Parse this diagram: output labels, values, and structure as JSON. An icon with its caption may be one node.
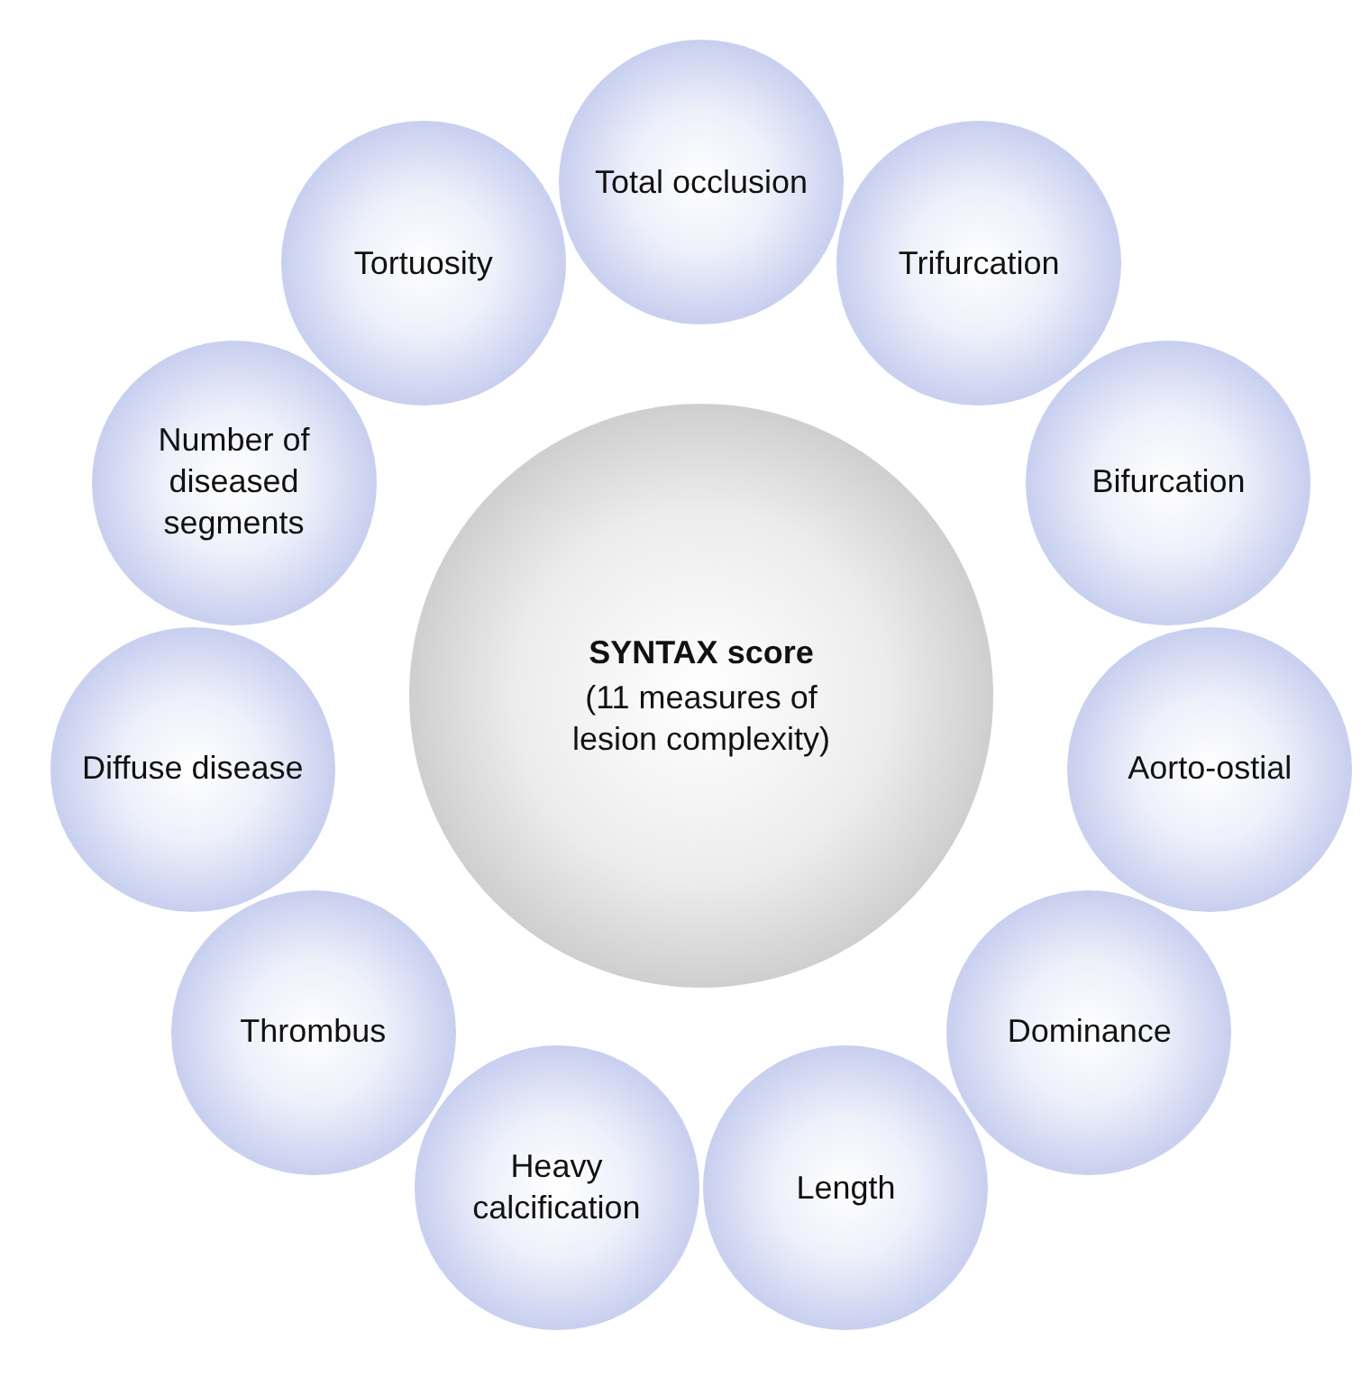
{
  "diagram": {
    "nodes": [
      {
        "text": [
          "Total occlusion"
        ]
      },
      {
        "text": [
          "Trifurcation"
        ]
      },
      {
        "text": [
          "Bifurcation"
        ]
      },
      {
        "text": [
          "Aorto-ostial"
        ]
      },
      {
        "text": [
          "Dominance"
        ]
      },
      {
        "text": [
          "Length"
        ]
      },
      {
        "text": [
          "Heavy calcification"
        ]
      },
      {
        "text": [
          "Thrombus"
        ]
      },
      {
        "text": [
          "Diffuse disease"
        ]
      },
      {
        "text": [
          "Number of diseased segments"
        ]
      },
      {
        "text": [
          "Tortuosity"
        ]
      },
      {
        "text": [
          "SYNTAX score",
          "(11 measures of lesion complexity)"
        ]
      }
    ],
    "edges": []
  }
}
